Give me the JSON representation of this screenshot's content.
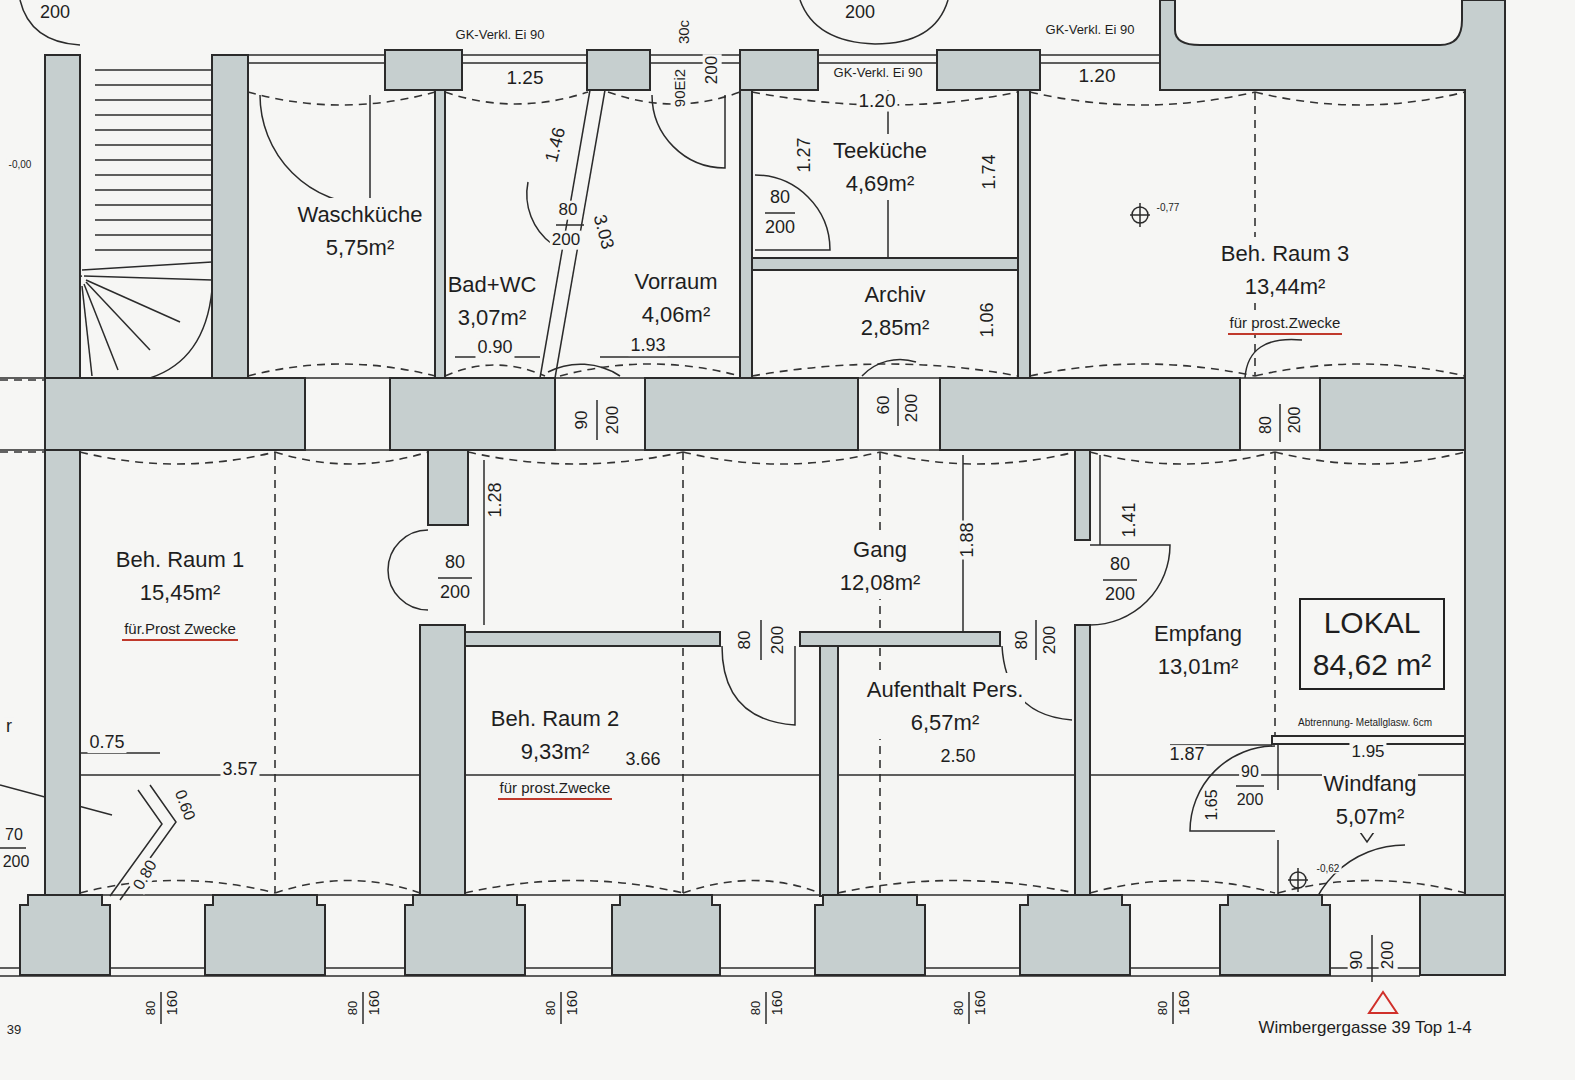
{
  "diagram": {
    "nodes": [
      {
        "text": [
          "Waschküche",
          "5,75m²"
        ]
      },
      {
        "text": [
          "Bad+WC",
          "3,07m²"
        ]
      },
      {
        "text": [
          "Vorraum",
          "4,06m²"
        ]
      },
      {
        "text": [
          "Teeküche",
          "4,69m²"
        ]
      },
      {
        "text": [
          "Archiv",
          "2,85m²"
        ]
      },
      {
        "text": [
          "Beh. Raum 3",
          "13,44m²",
          "für prost.Zwecke"
        ]
      },
      {
        "text": [
          "Beh. Raum 1",
          "15,45m²",
          "für.Prost Zwecke"
        ]
      },
      {
        "text": [
          "Gang",
          "12,08m²"
        ]
      },
      {
        "text": [
          "Beh. Raum 2",
          "9,33m²",
          "für prost.Zwecke"
        ]
      },
      {
        "text": [
          "Aufenthalt Pers.",
          "6,57m²"
        ]
      },
      {
        "text": [
          "Empfang",
          "13,01m²"
        ]
      },
      {
        "text": [
          "LOKAL",
          "84,62 m²"
        ]
      },
      {
        "text": [
          "Windfang",
          "5,07m²"
        ]
      }
    ],
    "labels": [
      "200",
      "200",
      "GK-Verkl. Ei 90",
      "GK-Verkl. Ei 90",
      "GK-Verkl. Ei 90",
      "1.25",
      "30c",
      "90Ei2",
      "200",
      "1.20",
      "1.20",
      "1.46",
      "80",
      "200",
      "3.03",
      "1.27",
      "80",
      "200",
      "1.74",
      "0.90",
      "1.93",
      "1.06",
      "90",
      "200",
      "60",
      "200",
      "80",
      "200",
      "-0,77",
      "-0,00",
      "1.28",
      "80",
      "200",
      "80",
      "200",
      "1.88",
      "80",
      "200",
      "1.41",
      "80",
      "200",
      "0.75",
      "3.57",
      "3.66",
      "2.50",
      "1.87",
      "1.95",
      "Abtrennung- Metallglasw. 6cm",
      "90",
      "200",
      "1.65",
      "-0,62",
      "0.60",
      "0.80",
      "70",
      "200",
      "r",
      "90",
      "200",
      "80",
      "160",
      "80",
      "160",
      "80",
      "160",
      "80",
      "160",
      "80",
      "160",
      "80",
      "160",
      "39",
      "Wimbergergasse 39 Top 1-4"
    ]
  }
}
